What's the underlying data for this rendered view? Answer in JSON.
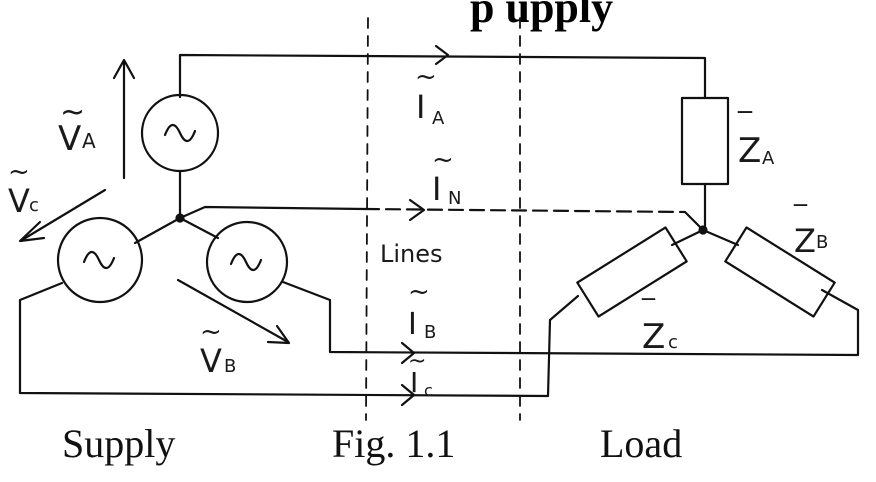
{
  "header": {
    "title_fragment": "p    upply"
  },
  "captions": {
    "left": "Supply",
    "center": "Fig. 1.1",
    "right": "Load"
  },
  "labels": {
    "va": "V",
    "va_sub": "A",
    "vb": "V",
    "vb_sub": "B",
    "vc": "V",
    "vc_sub": "c",
    "ia": "I",
    "ia_sub": "A",
    "in": "I",
    "in_sub": "N",
    "ib": "I",
    "ib_sub": "B",
    "ic": "I",
    "ic_sub": "c",
    "za": "Z",
    "za_sub": "A",
    "zb": "Z",
    "zb_sub": "B",
    "zc": "Z",
    "zc_sub": "c",
    "lines": "Lines"
  },
  "symbols": {
    "tilde": "~",
    "overbar": "‾",
    "ac_source": "∿"
  }
}
